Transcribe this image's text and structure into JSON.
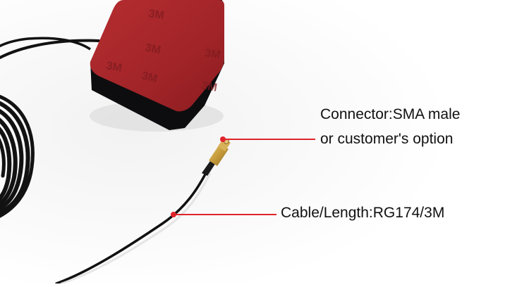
{
  "annotations": {
    "connector": {
      "line1": "Connector:SMA male",
      "line2": "or customer's option"
    },
    "cable": {
      "text": "Cable/Length:RG174/3M"
    }
  },
  "adhesive": {
    "brand_mark": "3M"
  },
  "colors": {
    "pad_red": "#a3262a",
    "pad_base": "#0d0d0f",
    "cable_black": "#111111",
    "callout_red": "#e0242b",
    "connector_gold": "#c9a24a"
  }
}
